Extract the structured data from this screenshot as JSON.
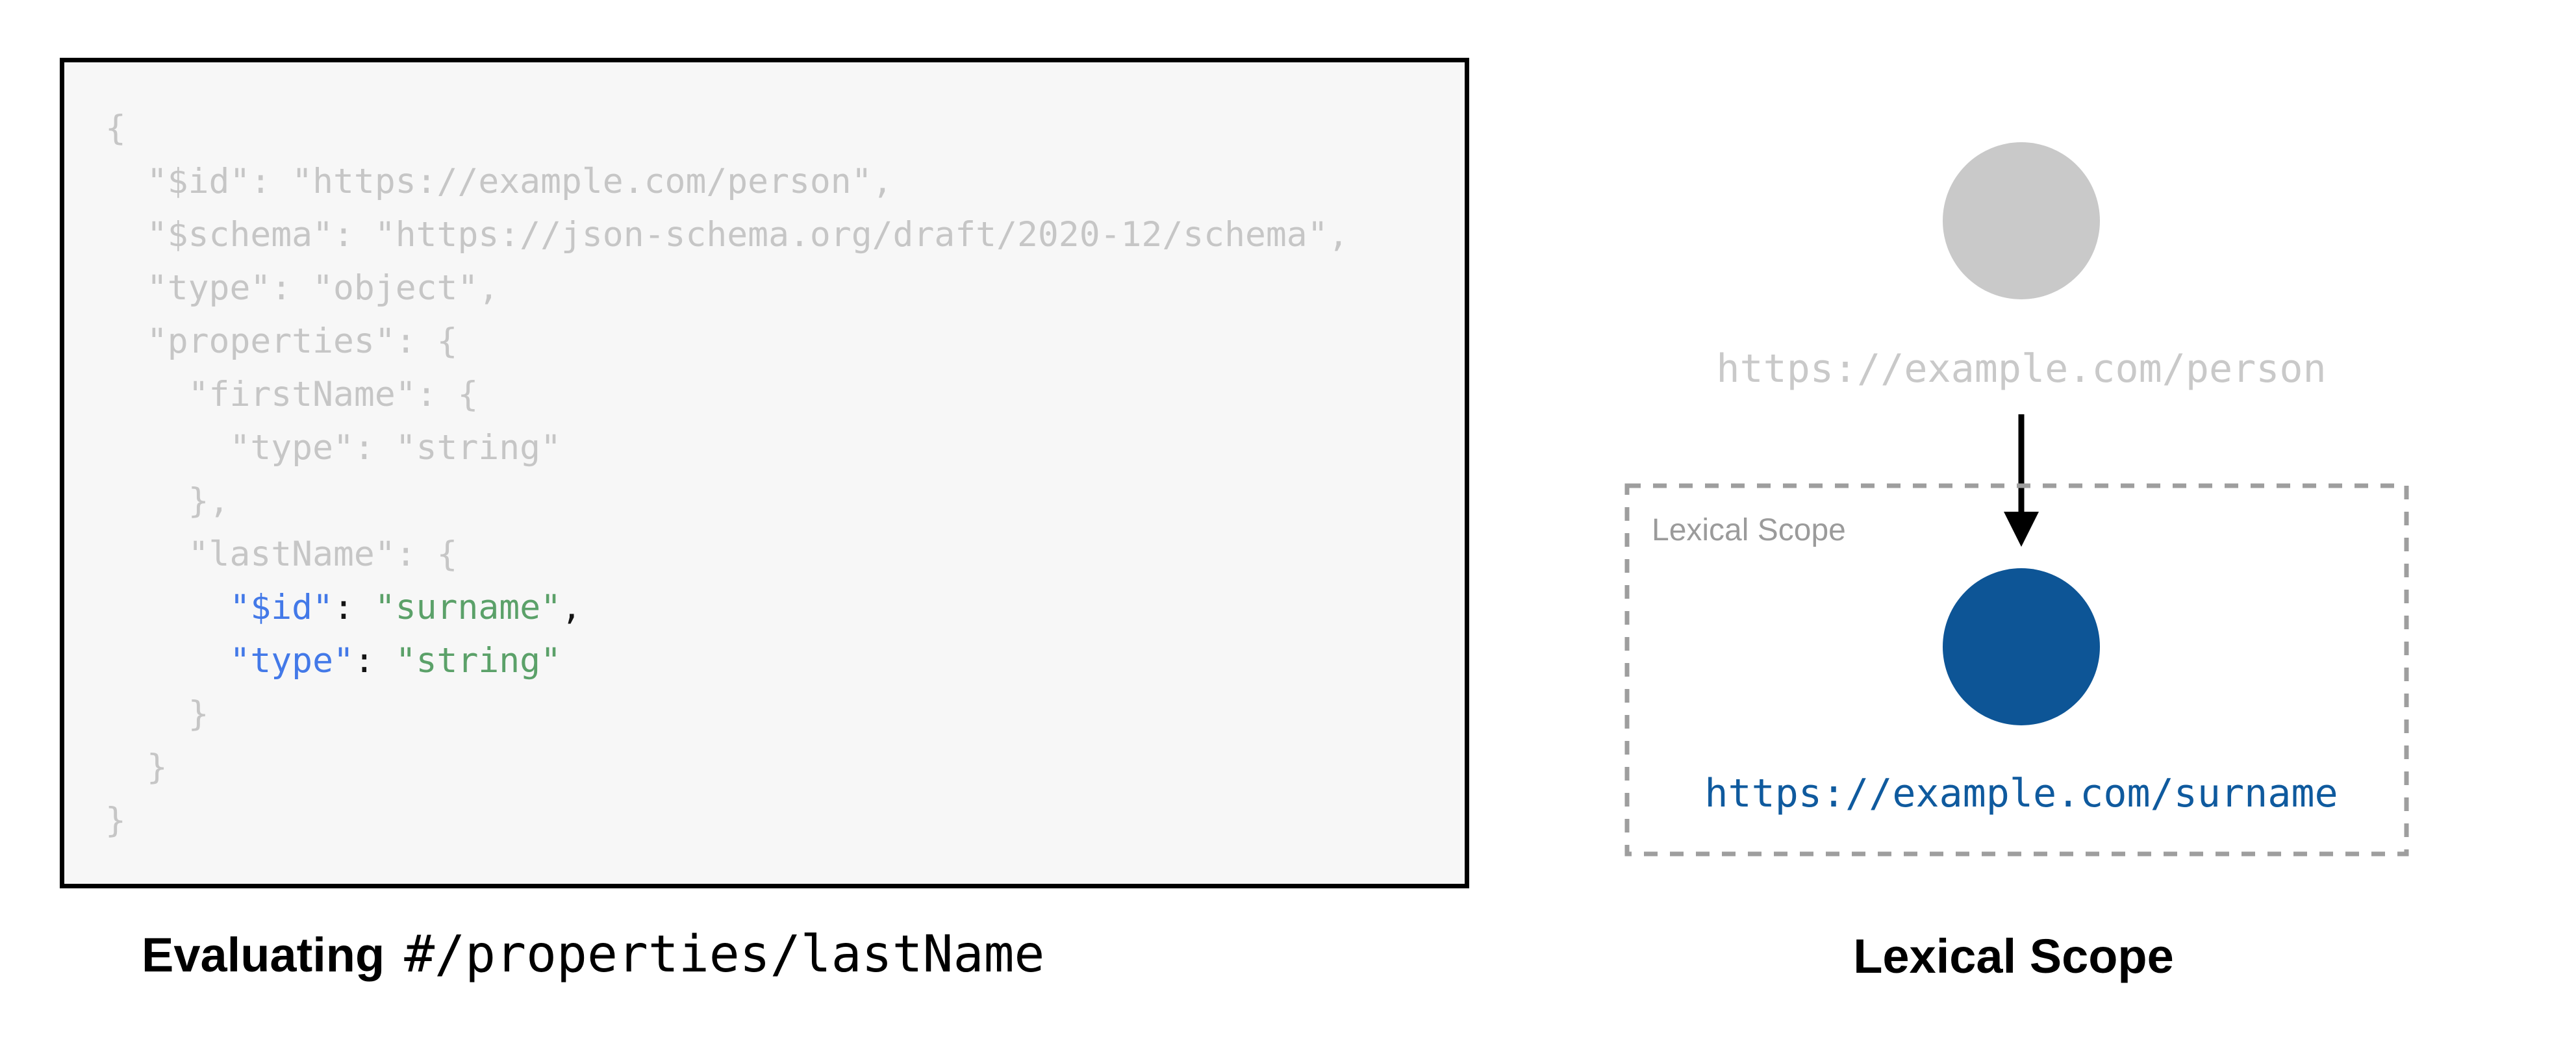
{
  "colors": {
    "panel-bg": "#f7f7f7",
    "panel-border": "#000000",
    "code-default": "#c6c6c6",
    "code-key": "#4379e8",
    "code-string": "#5ba169",
    "code-punct": "#141414",
    "node-inactive": "#c9c9c9",
    "uri-inactive": "#c9c9c9",
    "node-active": "#0d5596",
    "uri-active": "#0f5a9e",
    "scope-border": "#9e9e9e",
    "scope-label": "#9b9b9b",
    "arrow": "#000000"
  },
  "code_panel": {
    "lines": [
      [
        {
          "text": "{",
          "color": "default"
        }
      ],
      [
        {
          "text": "  \"$id\": \"https://example.com/person\",",
          "color": "default"
        }
      ],
      [
        {
          "text": "  \"$schema\": \"https://json-schema.org/draft/2020-12/schema\",",
          "color": "default"
        }
      ],
      [
        {
          "text": "  \"type\": \"object\",",
          "color": "default"
        }
      ],
      [
        {
          "text": "  \"properties\": {",
          "color": "default"
        }
      ],
      [
        {
          "text": "    \"firstName\": {",
          "color": "default"
        }
      ],
      [
        {
          "text": "      \"type\": \"string\"",
          "color": "default"
        }
      ],
      [
        {
          "text": "    },",
          "color": "default"
        }
      ],
      [
        {
          "text": "    \"lastName\": {",
          "color": "default"
        }
      ],
      [
        {
          "text": "      ",
          "color": "default"
        },
        {
          "text": "\"$id\"",
          "color": "key"
        },
        {
          "text": ": ",
          "color": "punct"
        },
        {
          "text": "\"surname\"",
          "color": "string"
        },
        {
          "text": ",",
          "color": "punct"
        }
      ],
      [
        {
          "text": "      ",
          "color": "default"
        },
        {
          "text": "\"type\"",
          "color": "key"
        },
        {
          "text": ": ",
          "color": "punct"
        },
        {
          "text": "\"string\"",
          "color": "string"
        }
      ],
      [
        {
          "text": "    }",
          "color": "default"
        }
      ],
      [
        {
          "text": "  }",
          "color": "default"
        }
      ],
      [
        {
          "text": "}",
          "color": "default"
        }
      ]
    ]
  },
  "left_caption": {
    "bold": "Evaluating",
    "mono": "#/properties/lastName"
  },
  "diagram": {
    "parent_uri": "https://example.com/person",
    "scope_box_label": "Lexical Scope",
    "child_uri": "https://example.com/surname"
  },
  "right_caption": {
    "text": "Lexical Scope"
  }
}
